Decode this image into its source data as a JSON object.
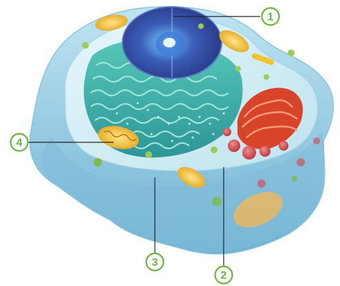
{
  "colors": {
    "callout": "#6ab33e",
    "leader_line": "#222222",
    "membrane": "#7cc0dc",
    "cytoplasm": "#bfe6f0",
    "nucleus": "#3b4fae",
    "endoplasmic_reticulum": "#2fa59b",
    "golgi": "#d8442a",
    "mitochondria": "#f1c232"
  },
  "callouts": [
    {
      "id": "1",
      "label": "1",
      "target": "nucleus"
    },
    {
      "id": "2",
      "label": "2",
      "target": "cytoplasm"
    },
    {
      "id": "3",
      "label": "3",
      "target": "cell-membrane"
    },
    {
      "id": "4",
      "label": "4",
      "target": "mitochondrion"
    }
  ]
}
